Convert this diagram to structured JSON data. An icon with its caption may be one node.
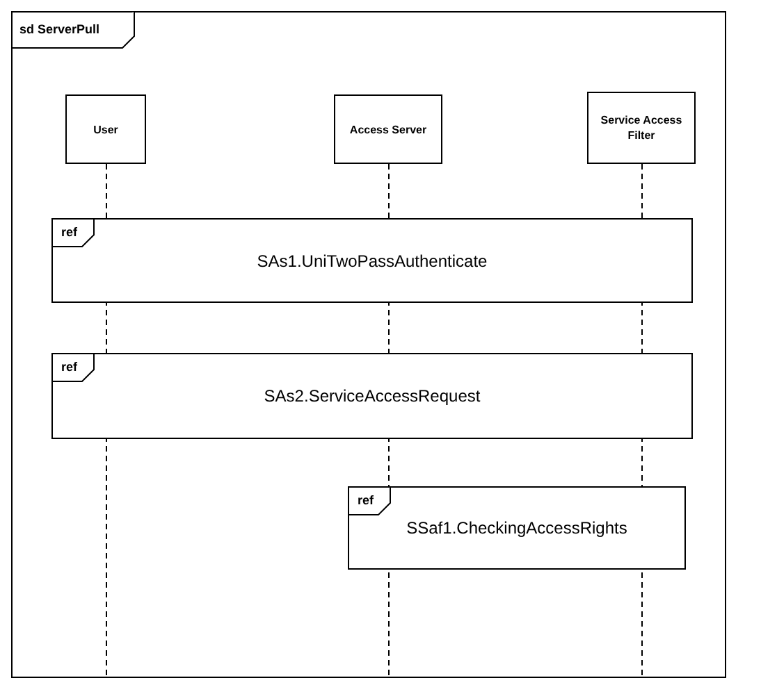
{
  "diagram": {
    "nodes": [
      {
        "text": [
          "sd ServerPull"
        ]
      },
      {
        "text": [
          "User"
        ],
        "in": 0
      },
      {
        "text": [
          "Access Server"
        ],
        "in": 0
      },
      {
        "text": [
          "Service Access Filter"
        ],
        "in": 0
      },
      {
        "text": [
          "ref",
          "SAs1.UniTwoPassAuthenticate"
        ],
        "in": 0
      },
      {
        "text": [
          "ref",
          "SAs2.ServiceAccessRequest"
        ],
        "in": 0
      },
      {
        "text": [
          "ref",
          "SSaf1.CheckingAccessRights"
        ],
        "in": 0
      }
    ],
    "edges": []
  }
}
